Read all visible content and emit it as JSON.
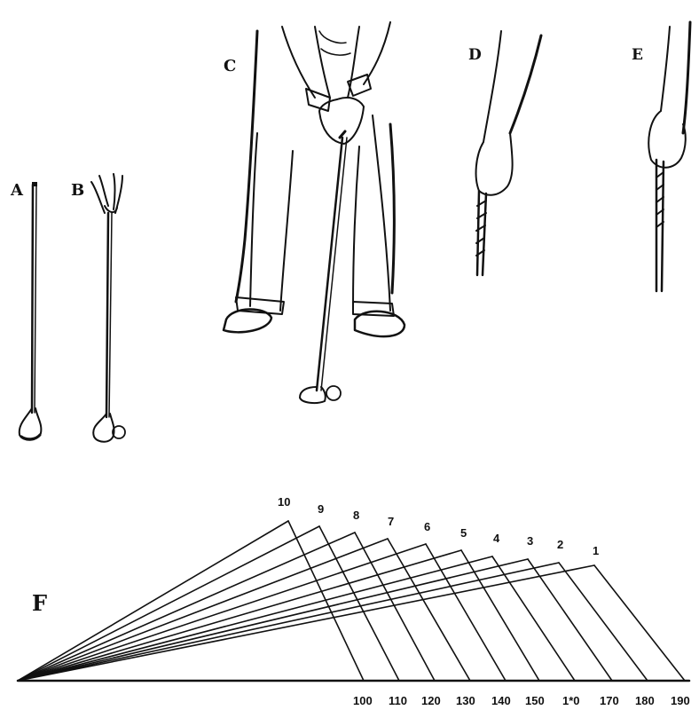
{
  "panels": {
    "a": {
      "label": "A"
    },
    "b": {
      "label": "B"
    },
    "c": {
      "label": "C"
    },
    "d": {
      "label": "D"
    },
    "e": {
      "label": "E"
    },
    "f": {
      "label": "F"
    }
  },
  "fan_diagram": {
    "club_numbers": [
      "10",
      "9",
      "8",
      "7",
      "6",
      "5",
      "4",
      "3",
      "2",
      "1"
    ],
    "distance_labels": [
      "100",
      "110",
      "120",
      "130",
      "140",
      "150",
      "1*0",
      "170",
      "180",
      "190"
    ]
  }
}
